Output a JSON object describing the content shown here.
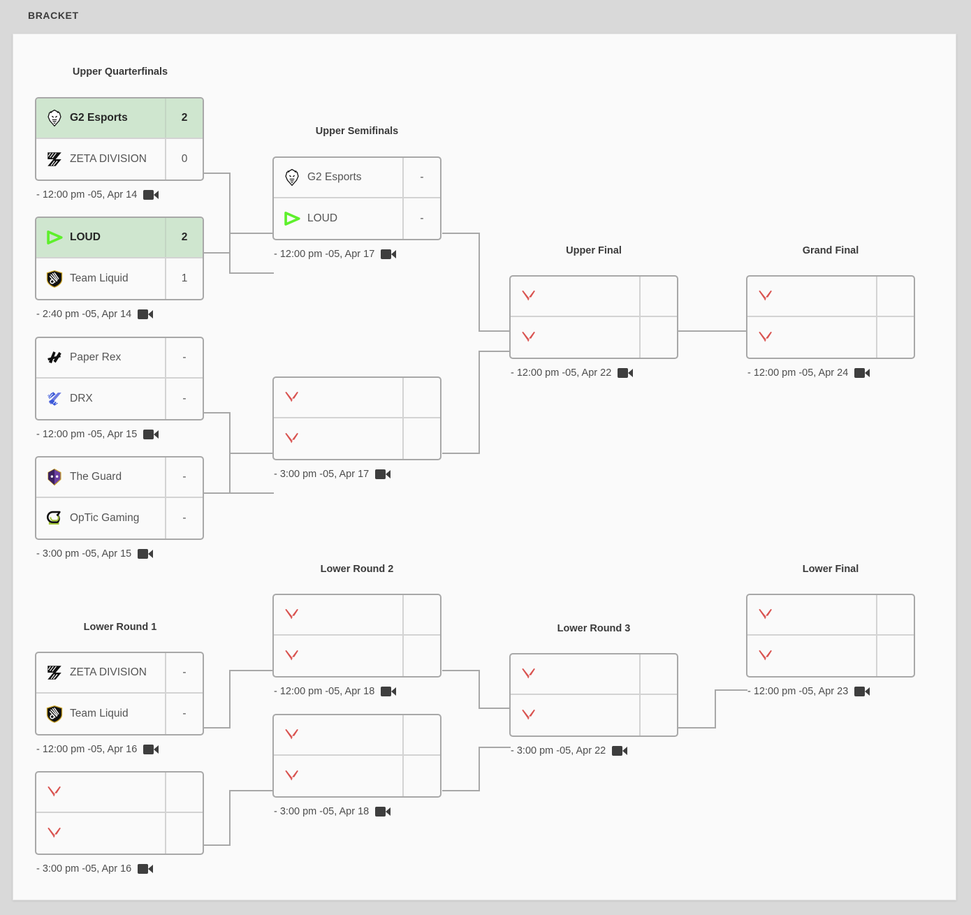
{
  "page": {
    "header": "BRACKET",
    "accent_green": "#cfe6cf",
    "line_color": "#a8a8a8",
    "valorant_red": "#d9524f"
  },
  "rounds": [
    {
      "id": "upper-quarterfinals",
      "label": "Upper Quarterfinals"
    },
    {
      "id": "upper-semifinals",
      "label": "Upper Semifinals"
    },
    {
      "id": "upper-final",
      "label": "Upper Final"
    },
    {
      "id": "grand-final",
      "label": "Grand Final"
    },
    {
      "id": "lower-round-1",
      "label": "Lower Round 1"
    },
    {
      "id": "lower-round-2",
      "label": "Lower Round 2"
    },
    {
      "id": "lower-round-3",
      "label": "Lower Round 3"
    },
    {
      "id": "lower-final",
      "label": "Lower Final"
    }
  ],
  "matches": {
    "uqf1": {
      "top": {
        "team": "G2 Esports",
        "logo": "g2",
        "score": "2",
        "winner": true
      },
      "bottom": {
        "team": "ZETA DIVISION",
        "logo": "zeta",
        "score": "0",
        "winner": false
      },
      "time": "-  12:00 pm -05, Apr 14",
      "stream": "stream-icon"
    },
    "uqf2": {
      "top": {
        "team": "LOUD",
        "logo": "loud",
        "score": "2",
        "winner": true
      },
      "bottom": {
        "team": "Team Liquid",
        "logo": "liquid",
        "score": "1",
        "winner": false
      },
      "time": "-  2:40 pm -05, Apr 14",
      "stream": "stream-icon"
    },
    "uqf3": {
      "top": {
        "team": "Paper Rex",
        "logo": "prx",
        "score": "-",
        "winner": false
      },
      "bottom": {
        "team": "DRX",
        "logo": "drx",
        "score": "-",
        "winner": false
      },
      "time": "-  12:00 pm -05, Apr 15",
      "stream": "stream-icon"
    },
    "uqf4": {
      "top": {
        "team": "The Guard",
        "logo": "guard",
        "score": "-",
        "winner": false
      },
      "bottom": {
        "team": "OpTic Gaming",
        "logo": "optic",
        "score": "-",
        "winner": false
      },
      "time": "-  3:00 pm -05, Apr 15",
      "stream": "stream-icon"
    },
    "usf1": {
      "top": {
        "team": "G2 Esports",
        "logo": "g2",
        "score": "-",
        "winner": false
      },
      "bottom": {
        "team": "LOUD",
        "logo": "loud",
        "score": "-",
        "winner": false
      },
      "time": "-  12:00 pm -05, Apr 17",
      "stream": "stream-icon"
    },
    "usf2": {
      "top": {
        "team": "",
        "logo": "valorant",
        "score": "",
        "winner": false
      },
      "bottom": {
        "team": "",
        "logo": "valorant",
        "score": "",
        "winner": false
      },
      "time": "-  3:00 pm -05, Apr 17",
      "stream": "stream-icon"
    },
    "uf": {
      "top": {
        "team": "",
        "logo": "valorant",
        "score": "",
        "winner": false
      },
      "bottom": {
        "team": "",
        "logo": "valorant",
        "score": "",
        "winner": false
      },
      "time": "-  12:00 pm -05, Apr 22",
      "stream": "stream-icon"
    },
    "gf": {
      "top": {
        "team": "",
        "logo": "valorant",
        "score": "",
        "winner": false
      },
      "bottom": {
        "team": "",
        "logo": "valorant",
        "score": "",
        "winner": false
      },
      "time": "-  12:00 pm -05, Apr 24",
      "stream": "stream-icon"
    },
    "lr1a": {
      "top": {
        "team": "ZETA DIVISION",
        "logo": "zeta",
        "score": "-",
        "winner": false
      },
      "bottom": {
        "team": "Team Liquid",
        "logo": "liquid",
        "score": "-",
        "winner": false
      },
      "time": "-  12:00 pm -05, Apr 16",
      "stream": "stream-icon"
    },
    "lr1b": {
      "top": {
        "team": "",
        "logo": "valorant",
        "score": "",
        "winner": false
      },
      "bottom": {
        "team": "",
        "logo": "valorant",
        "score": "",
        "winner": false
      },
      "time": "-  3:00 pm -05, Apr 16",
      "stream": "stream-icon"
    },
    "lr2a": {
      "top": {
        "team": "",
        "logo": "valorant",
        "score": "",
        "winner": false
      },
      "bottom": {
        "team": "",
        "logo": "valorant",
        "score": "",
        "winner": false
      },
      "time": "-  12:00 pm -05, Apr 18",
      "stream": "stream-icon"
    },
    "lr2b": {
      "top": {
        "team": "",
        "logo": "valorant",
        "score": "",
        "winner": false
      },
      "bottom": {
        "team": "",
        "logo": "valorant",
        "score": "",
        "winner": false
      },
      "time": "-  3:00 pm -05, Apr 18",
      "stream": "stream-icon"
    },
    "lr3": {
      "top": {
        "team": "",
        "logo": "valorant",
        "score": "",
        "winner": false
      },
      "bottom": {
        "team": "",
        "logo": "valorant",
        "score": "",
        "winner": false
      },
      "time": "-  3:00 pm -05, Apr 22",
      "stream": "stream-icon"
    },
    "lf": {
      "top": {
        "team": "",
        "logo": "valorant",
        "score": "",
        "winner": false
      },
      "bottom": {
        "team": "",
        "logo": "valorant",
        "score": "",
        "winner": false
      },
      "time": "-  12:00 pm -05, Apr 23",
      "stream": "stream-icon"
    }
  }
}
